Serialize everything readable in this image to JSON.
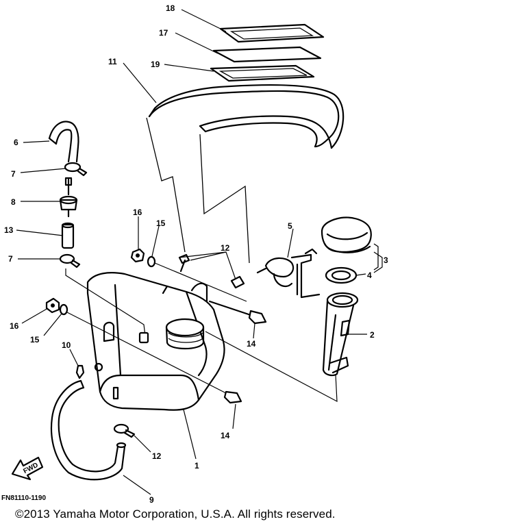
{
  "diagram": {
    "callouts": [
      "18",
      "17",
      "11",
      "19",
      "6",
      "7",
      "8",
      "13",
      "7",
      "16",
      "15",
      "12",
      "5",
      "3",
      "4",
      "16",
      "15",
      "10",
      "14",
      "2",
      "14",
      "12",
      "1",
      "9"
    ],
    "fwd_label": "FWD",
    "figure_code": "FN81110-1190"
  },
  "footer": {
    "copyright": "©2013 Yamaha Motor Corporation, U.S.A. All rights reserved."
  },
  "colors": {
    "ink": "#000000",
    "paper": "#ffffff"
  }
}
